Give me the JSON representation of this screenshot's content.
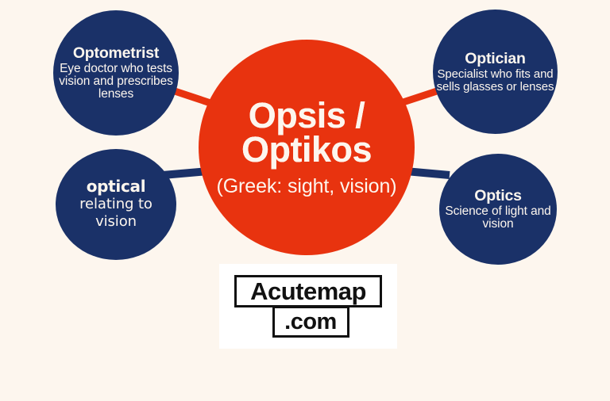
{
  "page": {
    "background_color": "#fdf6ee",
    "accent_red": "#e8330f",
    "accent_navy": "#1a3168",
    "text_color": "#fdf6ee"
  },
  "center": {
    "title": "Opsis / Optikos",
    "description": "(Greek: sight, vision)",
    "color": "#e8330f"
  },
  "nodes": [
    {
      "id": "optometrist",
      "title": "Optometrist",
      "description": "Eye doctor who tests vision and prescribes lenses",
      "color": "#1a3168",
      "connector_color": "#e8330f",
      "position": "top-left"
    },
    {
      "id": "optician",
      "title": "Optician",
      "description": "Specialist who fits and sells glasses or lenses",
      "color": "#1a3168",
      "connector_color": "#e8330f",
      "position": "top-right"
    },
    {
      "id": "optical",
      "title": "optical",
      "description": "relating to vision",
      "color": "#1a3168",
      "connector_color": "#1a3168",
      "position": "bottom-left"
    },
    {
      "id": "optics",
      "title": "Optics",
      "description": "Science of light and vision",
      "color": "#1a3168",
      "connector_color": "#1a3168",
      "position": "bottom-right"
    }
  ],
  "logo": {
    "name_text": "Acutemap",
    "tld_text": ".com",
    "box_color": "#111111",
    "background_color": "#ffffff"
  }
}
